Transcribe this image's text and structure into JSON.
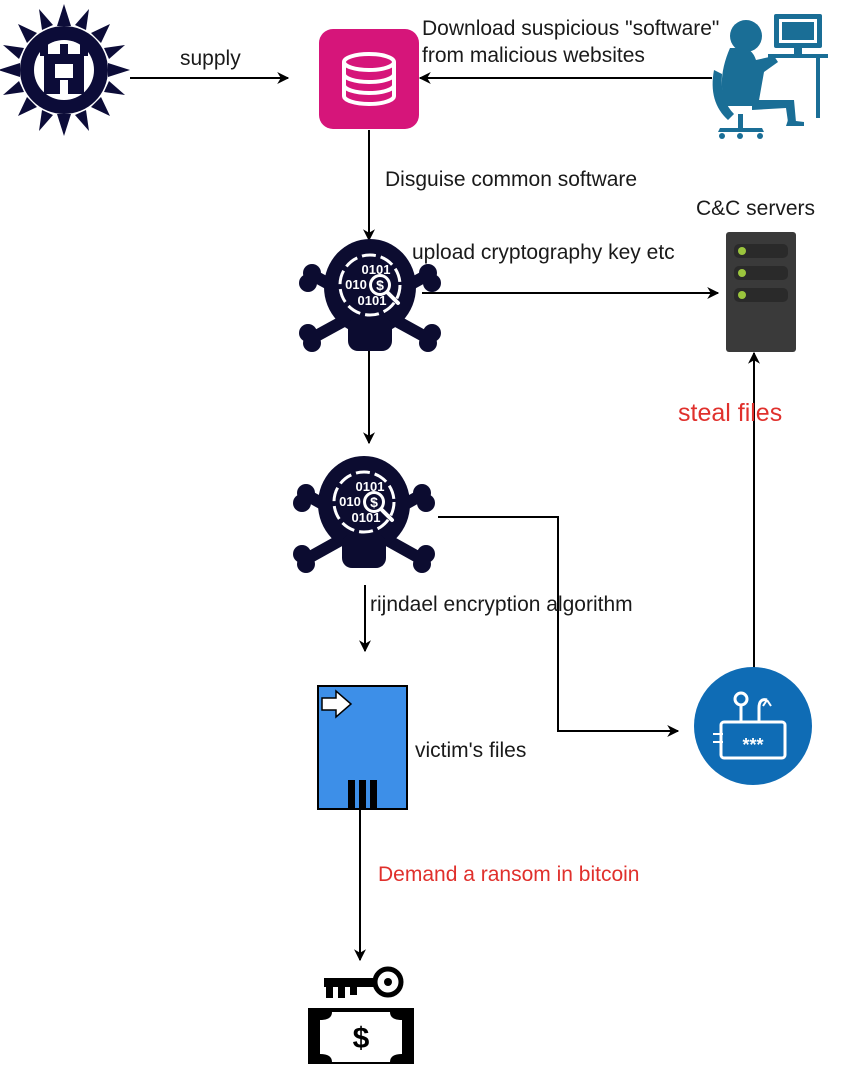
{
  "labels": {
    "supply": "supply",
    "download_line1": "Download suspicious \"software\"",
    "download_line2": "from malicious websites",
    "disguise": "Disguise common software",
    "cc_servers": "C&C servers",
    "upload_key": "upload cryptography key etc",
    "steal_files": "steal files",
    "rijndael": "rijndael encryption algorithm",
    "victim_files": "victim's  files",
    "demand_ransom": "Demand a ransom in bitcoin"
  },
  "malware_binary": {
    "row1": "0101",
    "row2": "010",
    "row3": "0101",
    "symbol": "$"
  },
  "ransom_symbol": "$",
  "nodes": [
    {
      "id": "attacker-logo",
      "icon": "spiked-sun-fortress-logo-icon"
    },
    {
      "id": "database",
      "icon": "database-icon",
      "color": "#d6157a"
    },
    {
      "id": "hacker",
      "icon": "hacker-at-computer-icon",
      "color": "#1a6e96"
    },
    {
      "id": "malware-dropper",
      "icon": "skull-crossbones-money-icon",
      "color": "#0c0c30"
    },
    {
      "id": "cc-server",
      "icon": "server-icon",
      "color": "#3a3a3a"
    },
    {
      "id": "malware-encryptor",
      "icon": "skull-crossbones-money-icon",
      "color": "#0c0c30"
    },
    {
      "id": "victim-files",
      "icon": "file-card-icon",
      "color": "#3d8fe8"
    },
    {
      "id": "phishing-credentials",
      "icon": "phishing-hook-password-icon",
      "color": "#0f6cb5"
    },
    {
      "id": "ransom",
      "icon": "key-and-money-icon"
    }
  ],
  "colors": {
    "red_label": "#e0302c",
    "edge": "#000000",
    "server_led": "#9bc53d"
  }
}
